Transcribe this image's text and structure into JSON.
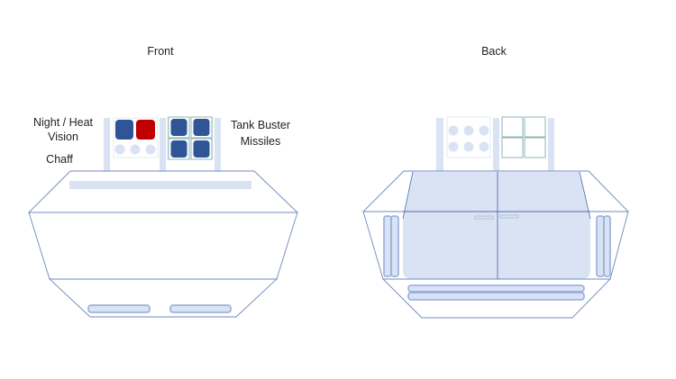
{
  "front": {
    "title": "Front",
    "labels": {
      "night_heat_line1": "Night / Heat",
      "night_heat_line2": "Vision",
      "chaff": "Chaff",
      "tank_buster_line1": "Tank Buster",
      "tank_buster_line2": "Missiles"
    }
  },
  "back": {
    "title": "Back"
  },
  "colors": {
    "primary_blue": "#2f5597",
    "red": "#c00000",
    "light_blue": "#dae3f3",
    "outline": "#7088bd"
  }
}
